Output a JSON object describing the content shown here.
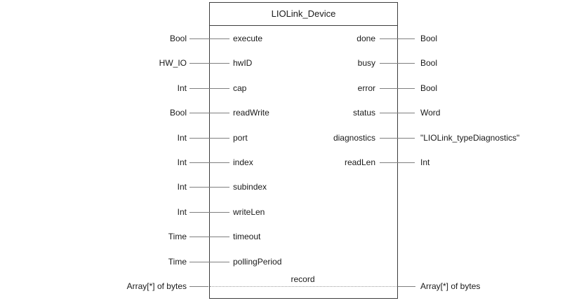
{
  "block": {
    "title": "LIOLink_Device",
    "inputs": [
      {
        "type": "Bool",
        "name": "execute"
      },
      {
        "type": "HW_IO",
        "name": "hwID"
      },
      {
        "type": "Int",
        "name": "cap"
      },
      {
        "type": "Bool",
        "name": "readWrite"
      },
      {
        "type": "Int",
        "name": "port"
      },
      {
        "type": "Int",
        "name": "index"
      },
      {
        "type": "Int",
        "name": "subindex"
      },
      {
        "type": "Int",
        "name": "writeLen"
      },
      {
        "type": "Time",
        "name": "timeout"
      },
      {
        "type": "Time",
        "name": "pollingPeriod"
      }
    ],
    "outputs": [
      {
        "name": "done",
        "type": "Bool"
      },
      {
        "name": "busy",
        "type": "Bool"
      },
      {
        "name": "error",
        "type": "Bool"
      },
      {
        "name": "status",
        "type": "Word"
      },
      {
        "name": "diagnostics",
        "type": "\"LIOLink_typeDiagnostics\""
      },
      {
        "name": "readLen",
        "type": "Int"
      }
    ],
    "inout": {
      "name": "record",
      "left_type": "Array[*] of bytes",
      "right_type": "Array[*] of bytes"
    },
    "colors": {
      "bg": "#ffffff",
      "border": "#3d3d3d",
      "line": "#7f7f7f",
      "text": "#1a1a1a",
      "dotted": "#9a9a9a"
    }
  }
}
